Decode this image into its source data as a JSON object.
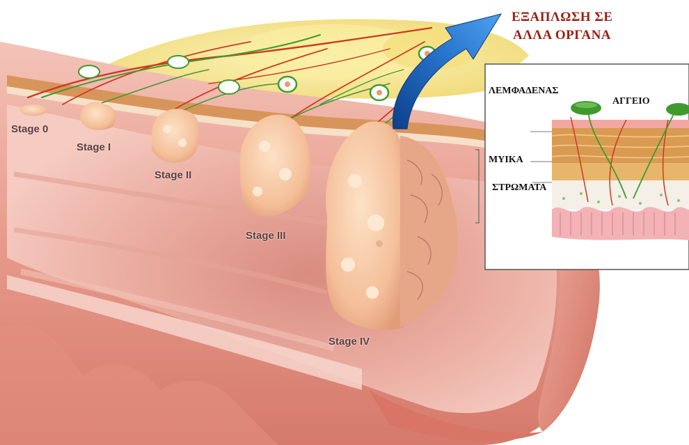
{
  "stages": {
    "s0": "Stage 0",
    "s1": "Stage I",
    "s2": "Stage II",
    "s3": "Stage III",
    "s4": "Stage IV"
  },
  "spread": {
    "line1": "ΕΞΑΠΛΩΣΗ ΣΕ",
    "line2": "ΑΛΛΑ ΟΡΓΑΝΑ"
  },
  "inset": {
    "lymph_node": "ΛΕΜΦΑΔΕΝΑΣ",
    "vessel": "ΑΓΓΕΙΟ",
    "muscle": "ΜΥΙΚΑ",
    "layers": "ΣΤΡΩΜΑΤΑ"
  },
  "colors": {
    "spread_text": "#9c1e12",
    "arrow": "#1f63b8",
    "lymph_vessel": "#3f9a2e",
    "blood_vessel": "#cc3a1f",
    "tissue": "#f2b8ac",
    "tumor": "#f3c7a8",
    "fat": "#f6e37a"
  }
}
